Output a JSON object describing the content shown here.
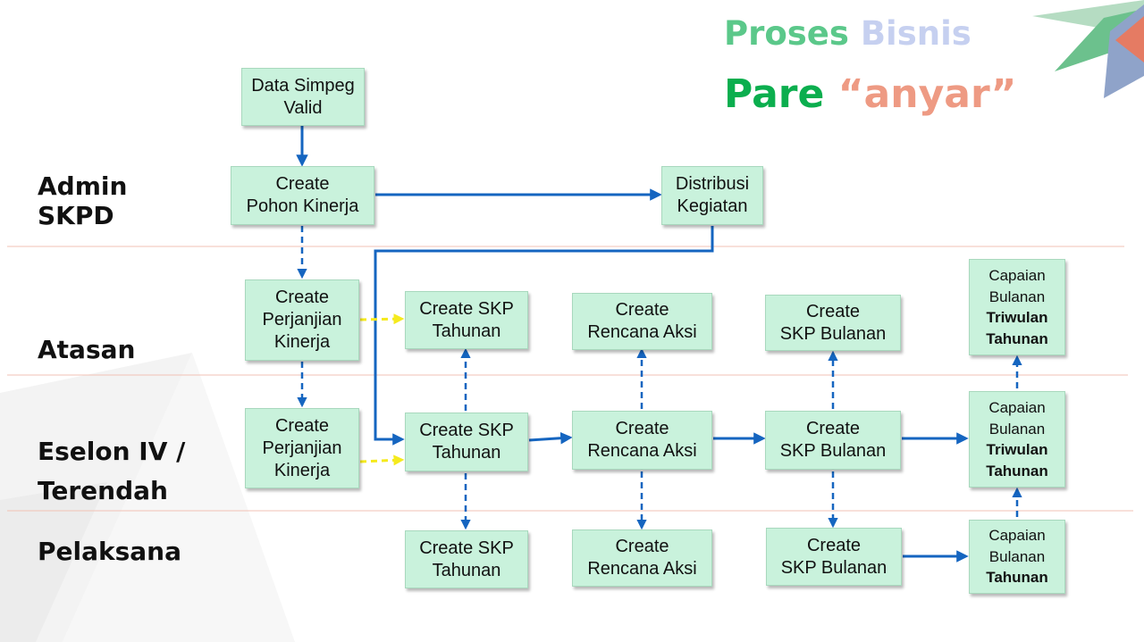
{
  "title": {
    "line1": [
      "Proses",
      "Bisnis"
    ],
    "line2": [
      "Pare",
      "“anyar”"
    ]
  },
  "lanes": [
    [
      "Admin",
      "SKPD"
    ],
    [
      "Atasan"
    ],
    [
      "Eselon IV /",
      "Terendah"
    ],
    [
      "Pelaksana"
    ]
  ],
  "boxes": {
    "data_simpeg": [
      "Data Simpeg",
      "Valid"
    ],
    "pohon_kinerja": [
      "Create",
      "Pohon Kinerja"
    ],
    "distribusi": [
      "Distribusi",
      "Kegiatan"
    ],
    "atasan_perjanjian": [
      "Create",
      "Perjanjian",
      "Kinerja"
    ],
    "atasan_skp_tahunan": [
      "Create SKP",
      "Tahunan"
    ],
    "atasan_rencana": [
      "Create",
      "Rencana Aksi"
    ],
    "atasan_skp_bulanan": [
      "Create",
      "SKP Bulanan"
    ],
    "atasan_capaian": [
      "Capaian",
      "Bulanan",
      "Triwulan",
      "Tahunan"
    ],
    "eselon_perjanjian": [
      "Create",
      "Perjanjian",
      "Kinerja"
    ],
    "eselon_skp_tahunan": [
      "Create SKP",
      "Tahunan"
    ],
    "eselon_rencana": [
      "Create",
      "Rencana Aksi"
    ],
    "eselon_skp_bulanan": [
      "Create",
      "SKP Bulanan"
    ],
    "eselon_capaian": [
      "Capaian",
      "Bulanan",
      "Triwulan",
      "Tahunan"
    ],
    "pelaksana_skp_tahunan": [
      "Create SKP",
      "Tahunan"
    ],
    "pelaksana_rencana": [
      "Create",
      "Rencana Aksi"
    ],
    "pelaksana_skp_bulanan": [
      "Create",
      "SKP Bulanan"
    ],
    "pelaksana_capaian": [
      "Capaian",
      "Bulanan",
      "Tahunan"
    ]
  },
  "colors": {
    "box_fill": "#c9f2dc",
    "arrow_blue": "#1565c0",
    "arrow_yellow": "#f5ea1d",
    "lane_divider": "#f2c2b5"
  }
}
